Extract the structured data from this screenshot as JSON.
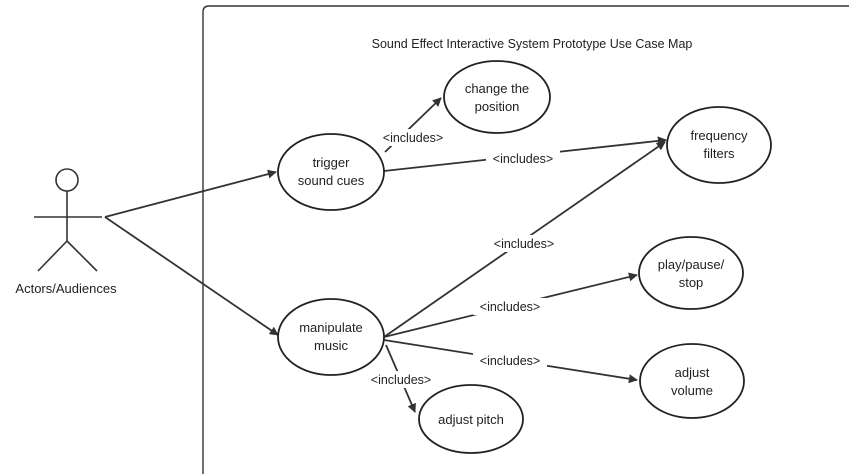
{
  "diagram": {
    "title": "Sound Effect Interactive System Prototype Use Case Map",
    "actor": {
      "label": "Actors/Audiences"
    },
    "use_cases": {
      "trigger": [
        "trigger",
        "sound cues"
      ],
      "change_position": [
        "change the",
        "position"
      ],
      "frequency_filters": [
        "frequency",
        "filters"
      ],
      "manipulate_music": [
        "manipulate",
        "music"
      ],
      "play_pause_stop": [
        "play/pause/",
        "stop"
      ],
      "adjust_volume": [
        "adjust",
        "volume"
      ],
      "adjust_pitch": [
        "adjust pitch"
      ]
    },
    "relations": [
      {
        "from": "actor",
        "to": "trigger",
        "label": ""
      },
      {
        "from": "actor",
        "to": "manipulate_music",
        "label": ""
      },
      {
        "from": "trigger",
        "to": "change_position",
        "label": "<includes>"
      },
      {
        "from": "trigger",
        "to": "frequency_filters",
        "label": "<includes>"
      },
      {
        "from": "manipulate_music",
        "to": "frequency_filters",
        "label": "<includes>"
      },
      {
        "from": "manipulate_music",
        "to": "play_pause_stop",
        "label": "<includes>"
      },
      {
        "from": "manipulate_music",
        "to": "adjust_volume",
        "label": "<includes>"
      },
      {
        "from": "manipulate_music",
        "to": "adjust_pitch",
        "label": "<includes>"
      }
    ]
  }
}
